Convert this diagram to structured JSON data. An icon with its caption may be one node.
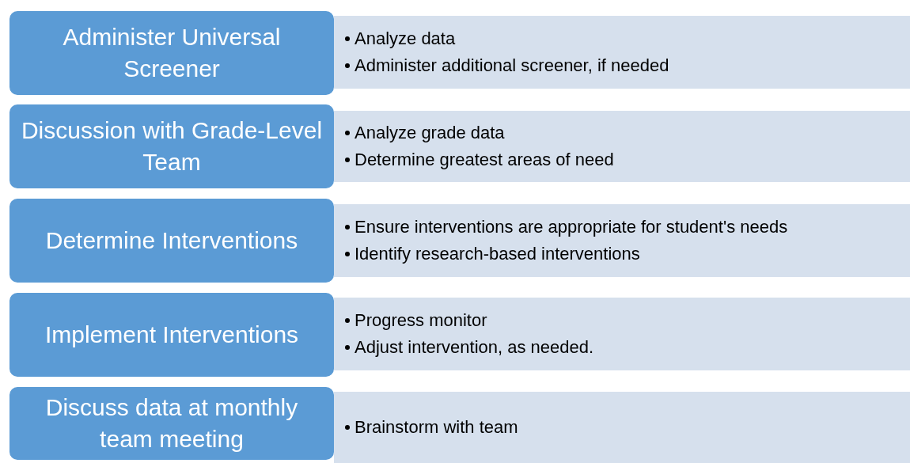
{
  "diagram": {
    "nodes": [
      {
        "text": [
          "Administer Universal Screener"
        ]
      },
      {
        "text": [
          "Analyze data",
          "Administer additional screener, if needed"
        ]
      },
      {
        "text": [
          "Discussion with Grade-Level Team"
        ]
      },
      {
        "text": [
          "Analyze grade data",
          "Determine greatest areas of need"
        ]
      },
      {
        "text": [
          "Determine Interventions"
        ]
      },
      {
        "text": [
          "Ensure interventions are appropriate for student's needs",
          "Identify research-based interventions"
        ]
      },
      {
        "text": [
          "Implement Interventions"
        ]
      },
      {
        "text": [
          "Progress monitor",
          "Adjust intervention, as needed."
        ]
      },
      {
        "text": [
          "Discuss data at monthly team meeting"
        ]
      },
      {
        "text": [
          "Brainstorm with team"
        ]
      }
    ]
  }
}
